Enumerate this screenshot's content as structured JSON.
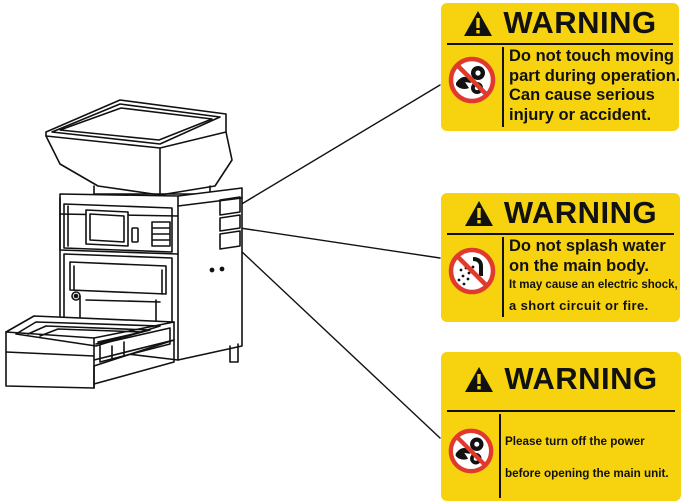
{
  "warnings": [
    {
      "title": "WARNING",
      "lines": [
        "Do not touch moving",
        "part during operation.",
        "Can cause serious",
        "injury or accident."
      ],
      "pictogram": "hand-caught-in-gears-prohibited-icon"
    },
    {
      "title": "WARNING",
      "lines": [
        "Do not splash water",
        "on the main body.",
        "It may cause an electric shock,",
        "a short circuit or fire."
      ],
      "pictogram": "water-spray-prohibited-icon"
    },
    {
      "title": "WARNING",
      "lines": [
        "Please turn off the power",
        "before opening the main unit."
      ],
      "pictogram": "hand-caught-in-gears-prohibited-icon"
    }
  ],
  "colors": {
    "label_background": "#f6d30e",
    "prohibition_red": "#e03a2e",
    "ink": "#111111"
  },
  "machine": {
    "icons": [
      "machine-hopper",
      "machine-touchscreen",
      "machine-tray"
    ]
  }
}
